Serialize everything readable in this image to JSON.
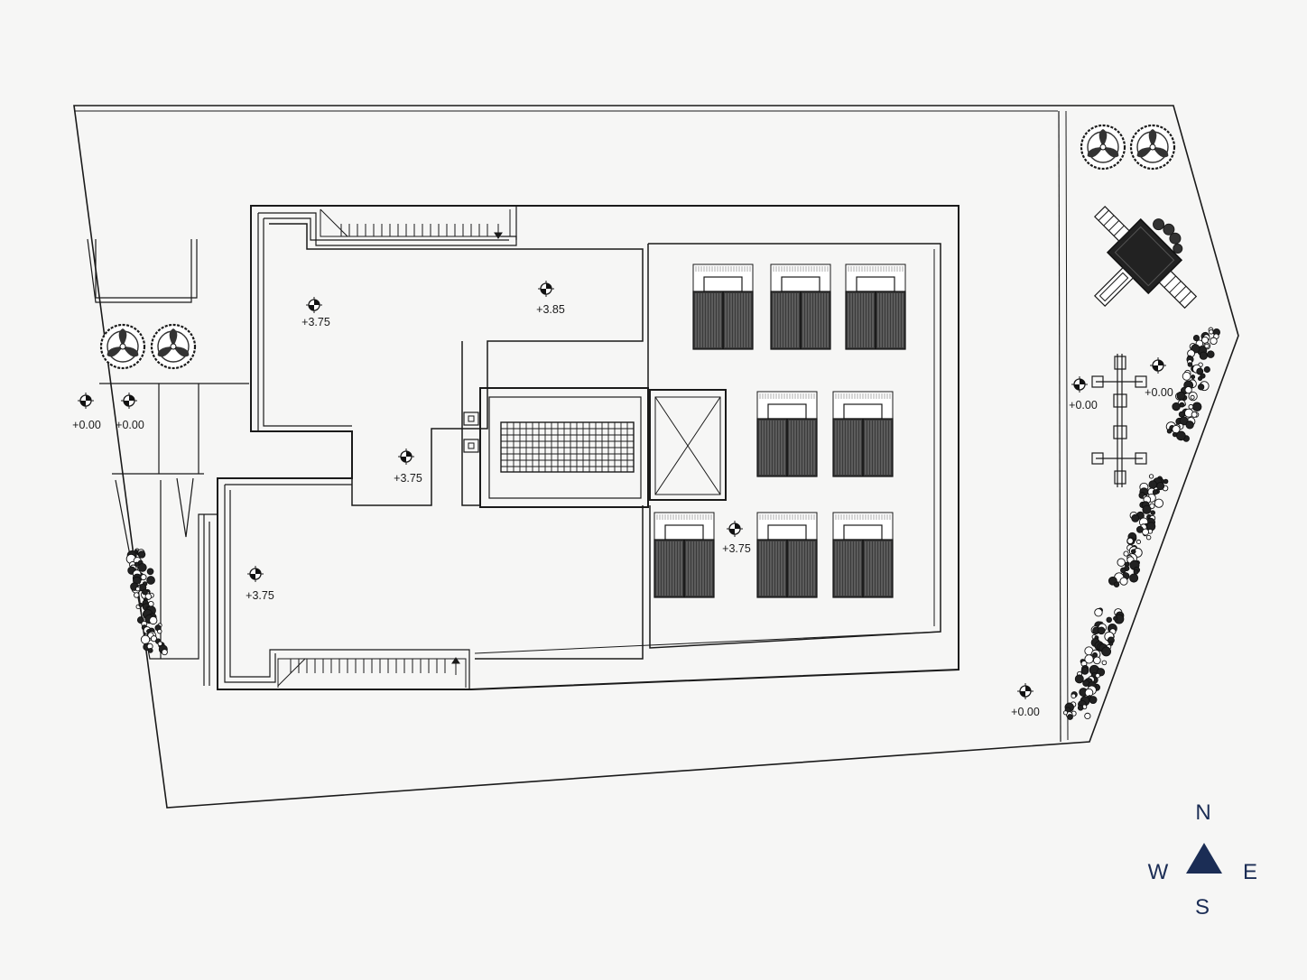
{
  "levels": [
    {
      "id": "lvl-roof-nw",
      "label": "+3.75"
    },
    {
      "id": "lvl-roof-n",
      "label": "+3.85"
    },
    {
      "id": "lvl-landing",
      "label": "+3.75"
    },
    {
      "id": "lvl-roof-sw",
      "label": "+3.75"
    },
    {
      "id": "lvl-panels",
      "label": "+3.75"
    },
    {
      "id": "lvl-ground-w1",
      "label": "+0.00"
    },
    {
      "id": "lvl-ground-w2",
      "label": "+0.00"
    },
    {
      "id": "lvl-ground-e1",
      "label": "+0.00"
    },
    {
      "id": "lvl-ground-e2",
      "label": "+0.00"
    },
    {
      "id": "lvl-ground-se",
      "label": "+0.00"
    }
  ],
  "compass": {
    "north": "N",
    "south": "S",
    "east": "E",
    "west": "W",
    "color": "#1b2d55"
  },
  "colors": {
    "line": "#1a1a1a",
    "background": "#f6f6f5",
    "panel": "#3a3a3a"
  }
}
